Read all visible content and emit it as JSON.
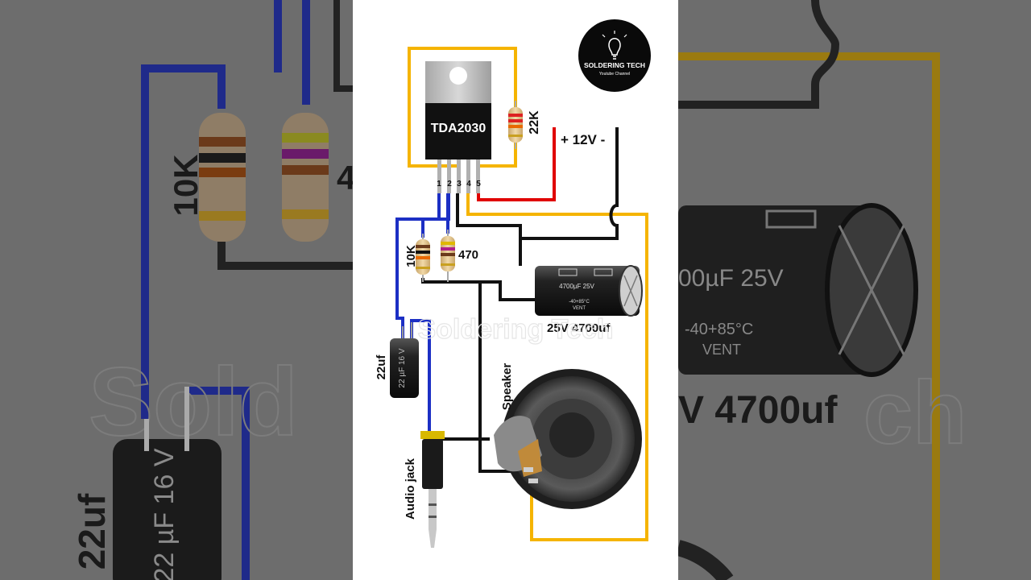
{
  "logo": {
    "brand": "SOLDERING TECH",
    "sub": "Youtube Channel"
  },
  "watermark": "Soldering Tech",
  "ic": {
    "name": "TDA2030",
    "pins": [
      "1",
      "2",
      "3",
      "4",
      "5"
    ]
  },
  "labels": {
    "r_feedback": "22K",
    "supply": "+ 12V -",
    "r_10k": "10K",
    "r_470": "470",
    "cap_big_name": "25V 4700uf",
    "cap_big_body_value": "4700µF 25V",
    "cap_big_body_temp": "-40+85°C",
    "cap_big_body_vent": "VENT",
    "cap_small_name": "22uf",
    "cap_small_body_a": "22 µF 16 V",
    "speaker": "Speaker",
    "audio_jack": "Audio jack"
  },
  "background_zoom": {
    "r_10k": "10K",
    "cap_big_value": "00µF 25V",
    "cap_big_temp": "-40+85°C",
    "cap_big_vent": "VENT",
    "cap_big_name": "V 4700uf",
    "cap_small_name": "22uf",
    "cap_small_body": "22 µF 16 V",
    "watermark": "Solde      Tech"
  },
  "colors": {
    "yellow_wire": "#f5b400",
    "blue_wire": "#1c2fc4",
    "red_wire": "#e00000",
    "black_wire": "#111111",
    "ic_body": "#111111",
    "ic_tab": "#bdbdbd"
  }
}
